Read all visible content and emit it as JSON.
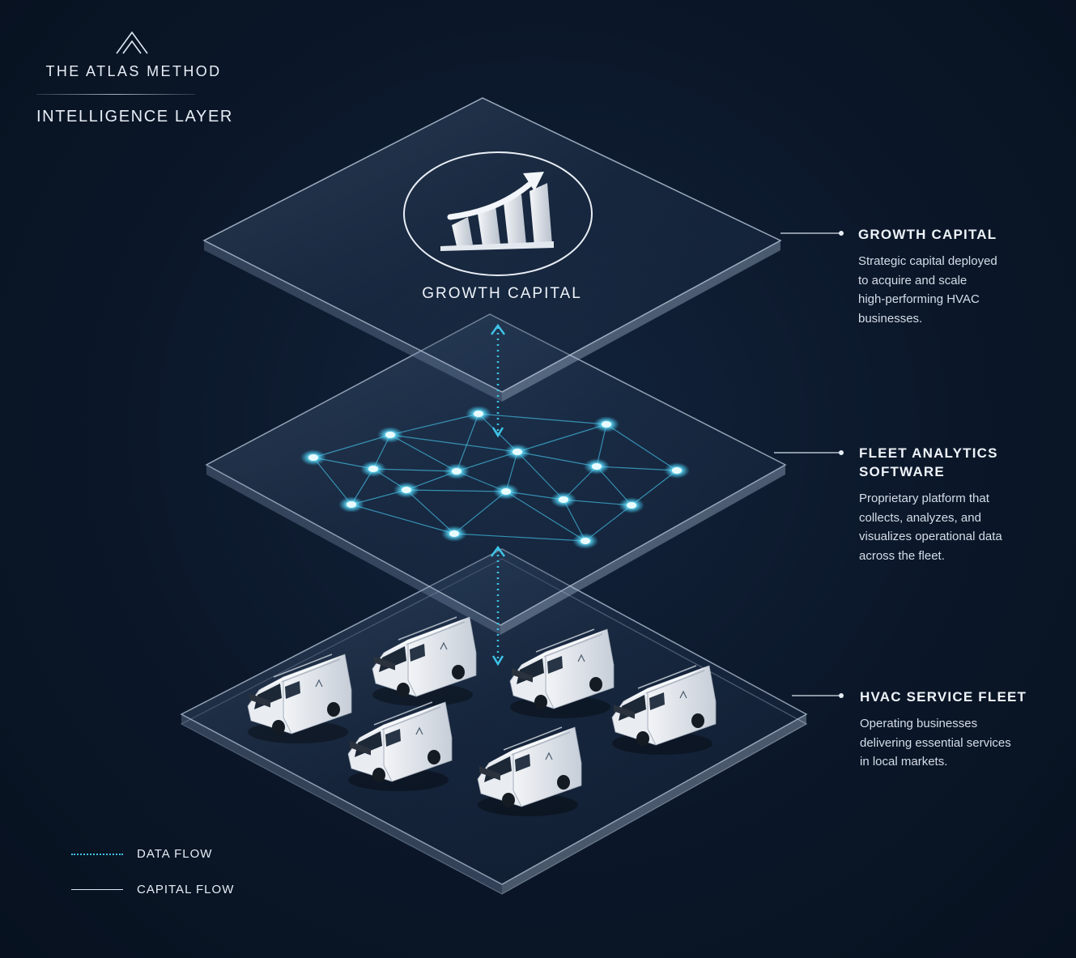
{
  "brand": {
    "title": "THE ATLAS METHOD",
    "subtitle": "INTELLIGENCE LAYER"
  },
  "layers": {
    "top": {
      "label": "GROWTH CAPITAL",
      "icon": "growth-chart-icon"
    },
    "middle": {
      "icon": "network-nodes-icon"
    },
    "bottom": {
      "icon": "van-icon",
      "van_logo": "ATLAS"
    }
  },
  "callouts": [
    {
      "title": "GROWTH CAPITAL",
      "title_line2": "",
      "description": [
        "Strategic capital deployed",
        "to acquire and scale",
        "high-performing HVAC",
        "businesses."
      ]
    },
    {
      "title": "FLEET ANALYTICS",
      "title_line2": "SOFTWARE",
      "description": [
        "Proprietary platform that",
        "collects, analyzes, and",
        "visualizes operational data",
        "across the fleet."
      ]
    },
    {
      "title": "HVAC SERVICE FLEET",
      "title_line2": "",
      "description": [
        "Operating businesses",
        "delivering essential services",
        "in local markets."
      ]
    }
  ],
  "legend": [
    {
      "label": "DATA FLOW",
      "style": "dotted",
      "color": "#3fc3e6"
    },
    {
      "label": "CAPITAL FLOW",
      "style": "solid",
      "color": "#dfe7f1"
    }
  ],
  "colors": {
    "background": "#0b1729",
    "accent": "#3fc3e6",
    "node_glow": "#5fe0ff",
    "text": "#e6edf5"
  }
}
